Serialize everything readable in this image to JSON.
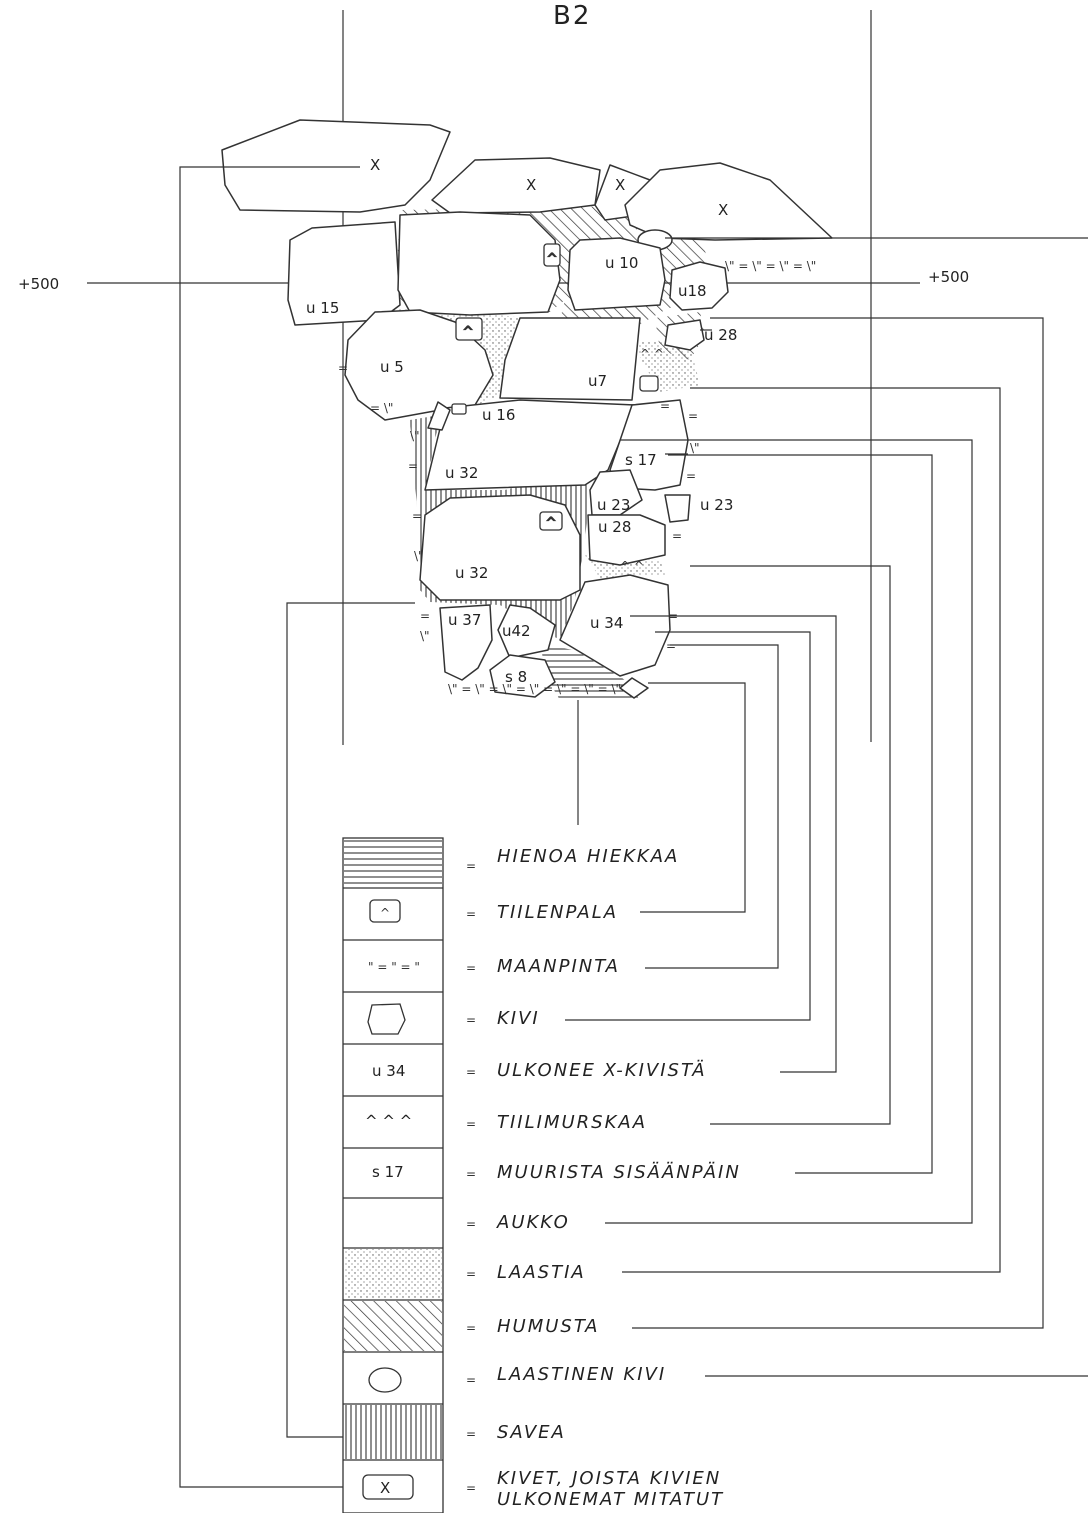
{
  "title": "B2",
  "level_left": "+500",
  "level_right": "+500",
  "stone_labels": {
    "x1": "X",
    "x2": "X",
    "x3": "X",
    "x4": "X",
    "u10": "u 10",
    "u15": "u 15",
    "u18": "u18",
    "u28a": "u 28",
    "u5": "u 5",
    "u7": "u7",
    "u16": "u 16",
    "s17": "s 17",
    "u32a": "u 32",
    "u23a": "u 23",
    "u23b": "u 23",
    "u28b": "u 28",
    "u32b": "u 32",
    "u37": "u 37",
    "u42": "u42",
    "u34": "u 34",
    "s8": "s 8"
  },
  "legend": [
    {
      "key": "hienoa",
      "symbol": "",
      "label": "HIENOA  HIEKKAA"
    },
    {
      "key": "tiilenpala",
      "symbol": "^",
      "label": "TIILENPALA"
    },
    {
      "key": "maanpinta",
      "symbol": "\" = \" = \"",
      "label": "MAANPINTA"
    },
    {
      "key": "kivi",
      "symbol": "",
      "label": "KIVI"
    },
    {
      "key": "ulkonee",
      "symbol": "u 34",
      "label": "ULKONEE  X-KIVISTÄ"
    },
    {
      "key": "tiilimurskaa",
      "symbol": "^  ^  ^",
      "label": "TIILIMURSKAA"
    },
    {
      "key": "muurista",
      "symbol": "s 17",
      "label": "MUURISTA  SISÄÄNPÄIN"
    },
    {
      "key": "aukko",
      "symbol": "",
      "label": "AUKKO"
    },
    {
      "key": "laastia",
      "symbol": "",
      "label": "LAASTIA"
    },
    {
      "key": "humusta",
      "symbol": "",
      "label": "HUMUSTA"
    },
    {
      "key": "laastinen",
      "symbol": "",
      "label": "LAASTINEN  KIVI"
    },
    {
      "key": "savea",
      "symbol": "",
      "label": "SAVEA"
    },
    {
      "key": "kivet",
      "symbol": "X",
      "label": "KIVET, JOISTA  KIVIEN",
      "label2": "ULKONEMAT  MITATUT"
    }
  ],
  "equals_sign": "="
}
